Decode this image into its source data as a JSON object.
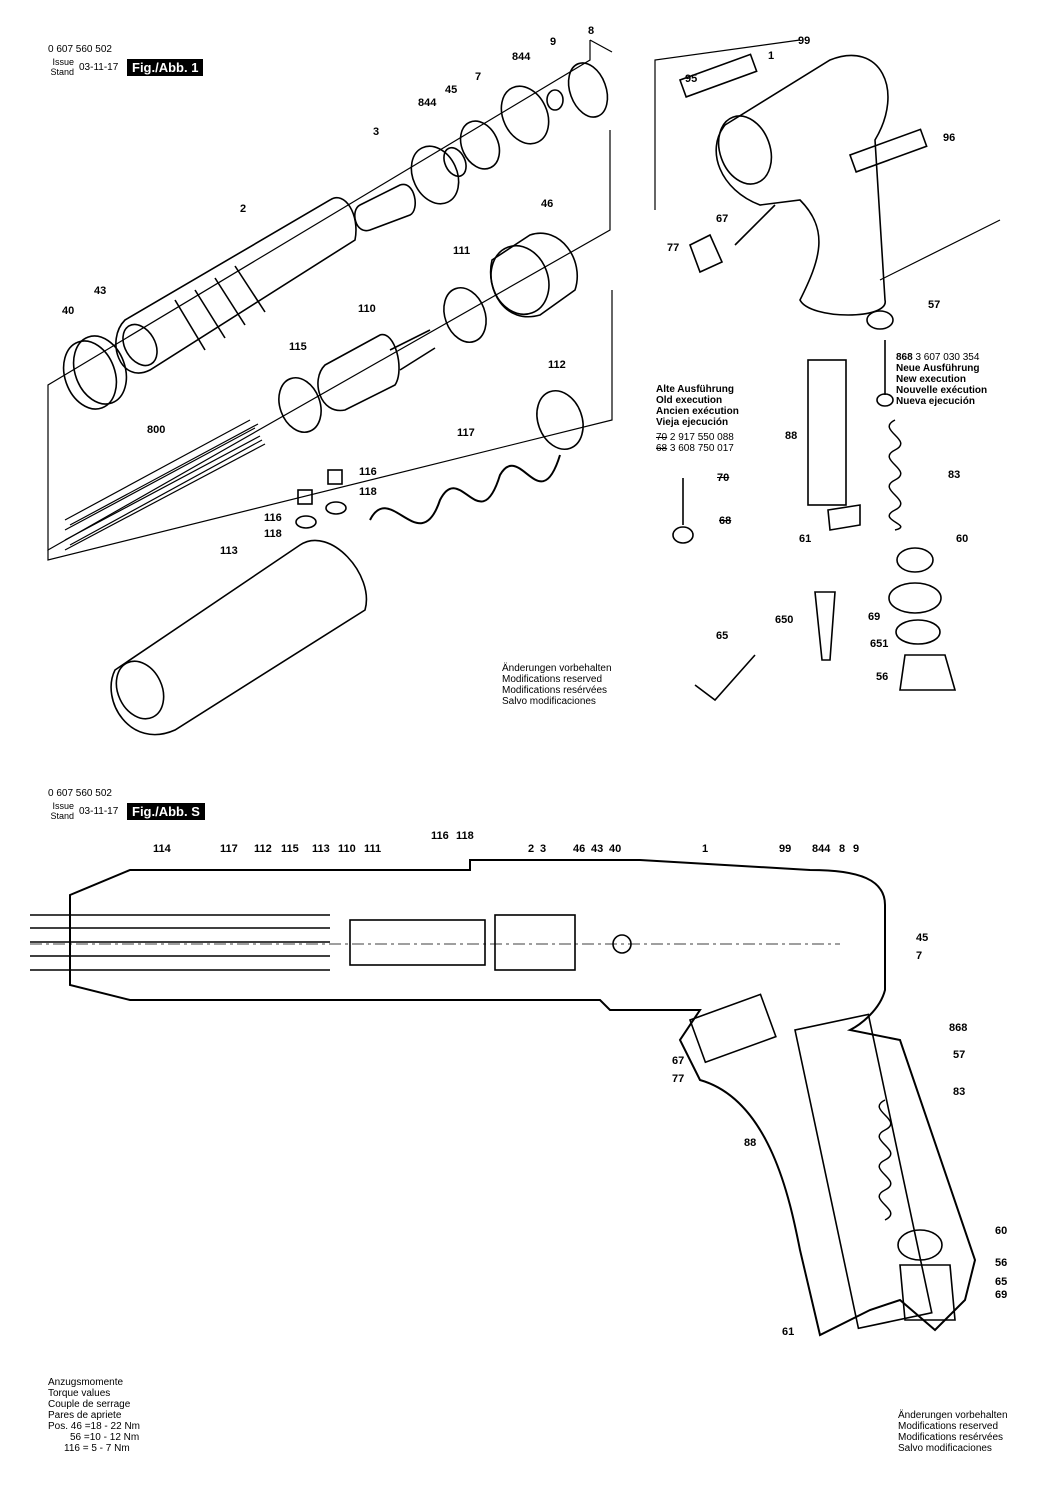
{
  "fig1": {
    "part_number": "0 607 560 502",
    "issue_label": "Issue",
    "stand_label": "Stand",
    "issue_date": "03-11-17",
    "fig_label": "Fig./Abb. 1"
  },
  "figS": {
    "part_number": "0 607 560 502",
    "issue_label": "Issue",
    "stand_label": "Stand",
    "issue_date": "03-11-17",
    "fig_label": "Fig./Abb. S"
  },
  "old_execution": {
    "lines": [
      "Alte Ausführung",
      "Old execution",
      "Ancien exécution",
      "Vieja ejecución"
    ],
    "parts": [
      {
        "pos": "70",
        "number": "2 917 550 088"
      },
      {
        "pos": "68",
        "number": "3 608 750 017"
      }
    ]
  },
  "new_execution": {
    "pos": "868",
    "number": "3 607 030 354",
    "lines": [
      "Neue Ausführung",
      "New execution",
      "Nouvelle exécution",
      "Nueva ejecución"
    ]
  },
  "changes_reserved": [
    "Änderungen vorbehalten",
    "Modifications reserved",
    "Modifications resérvées",
    "Salvo modificaciones"
  ],
  "torque": {
    "lines": [
      "Anzugsmomente",
      "Torque values",
      "Couple de serrage",
      "Pares de apriete"
    ],
    "values": [
      "Pos. 46 =18 - 22 Nm",
      "56 =10 - 12 Nm",
      "116 = 5 -  7 Nm"
    ]
  },
  "callouts_fig1": [
    "8",
    "9",
    "844",
    "7",
    "45",
    "844",
    "3",
    "2",
    "46",
    "111",
    "110",
    "43",
    "40",
    "115",
    "112",
    "117",
    "116",
    "118",
    "116",
    "118",
    "800",
    "113",
    "99",
    "1",
    "95",
    "96",
    "67",
    "77",
    "57",
    "88",
    "83",
    "61",
    "60",
    "650",
    "69",
    "65",
    "651",
    "56",
    "70",
    "68"
  ],
  "callouts_figS": [
    "114",
    "117",
    "112",
    "115",
    "113",
    "110",
    "111",
    "116",
    "118",
    "2",
    "3",
    "46",
    "43",
    "40",
    "1",
    "99",
    "844",
    "8",
    "9",
    "45",
    "7",
    "868",
    "67",
    "77",
    "57",
    "83",
    "88",
    "60",
    "56",
    "65",
    "69",
    "61"
  ]
}
